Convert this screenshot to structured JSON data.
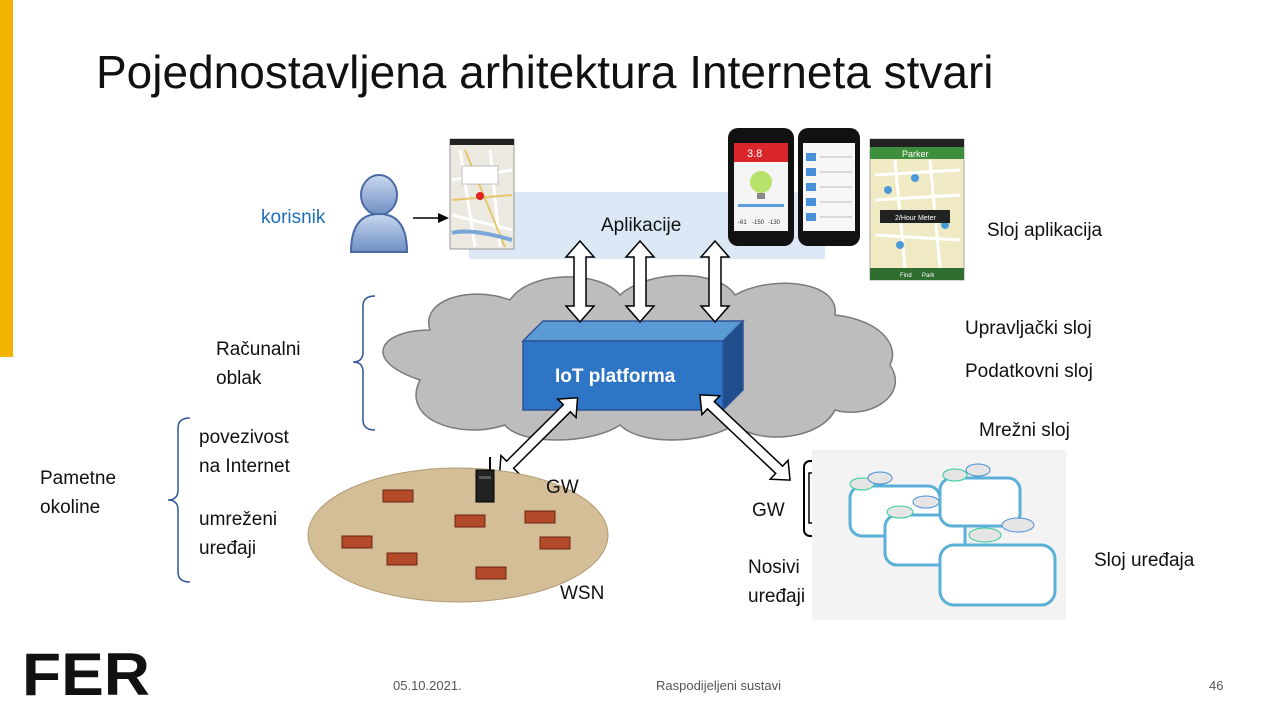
{
  "slide": {
    "title": "Pojednostavljena arhitektura Interneta stvari",
    "accent_color": "#f2b400",
    "user_label": "korisnik",
    "apps_label": "Aplikacije",
    "phone_reading": "3.8",
    "map_app_title": "Parker",
    "map_app_sign": "2/Hour Meter",
    "map_tabs": [
      "Find",
      "Park"
    ],
    "meter_stats": [
      "-61",
      "-150",
      "-130"
    ],
    "platform_label": "IoT platforma",
    "cloud_label_1": "Računalni",
    "cloud_label_2": "oblak",
    "env_label_1": "Pametne",
    "env_label_2": "okoline",
    "conn_label_1": "povezivost",
    "conn_label_2": "na Internet",
    "net_label_1": "umreženi",
    "net_label_2": "uređaji",
    "gw_left": "GW",
    "gw_right": "GW",
    "wsn_label": "WSN",
    "wear_label_1": "Nosivi",
    "wear_label_2": "uređaji",
    "layer_app": "Sloj aplikacija",
    "layer_control": "Upravljački sloj",
    "layer_data": "Podatkovni sloj",
    "layer_network": "Mrežni sloj",
    "layer_device": "Sloj uređaja",
    "logo_text": "FER"
  },
  "footer": {
    "date": "05.10.2021.",
    "course": "Raspodijeljeni sustavi",
    "page": "46"
  }
}
